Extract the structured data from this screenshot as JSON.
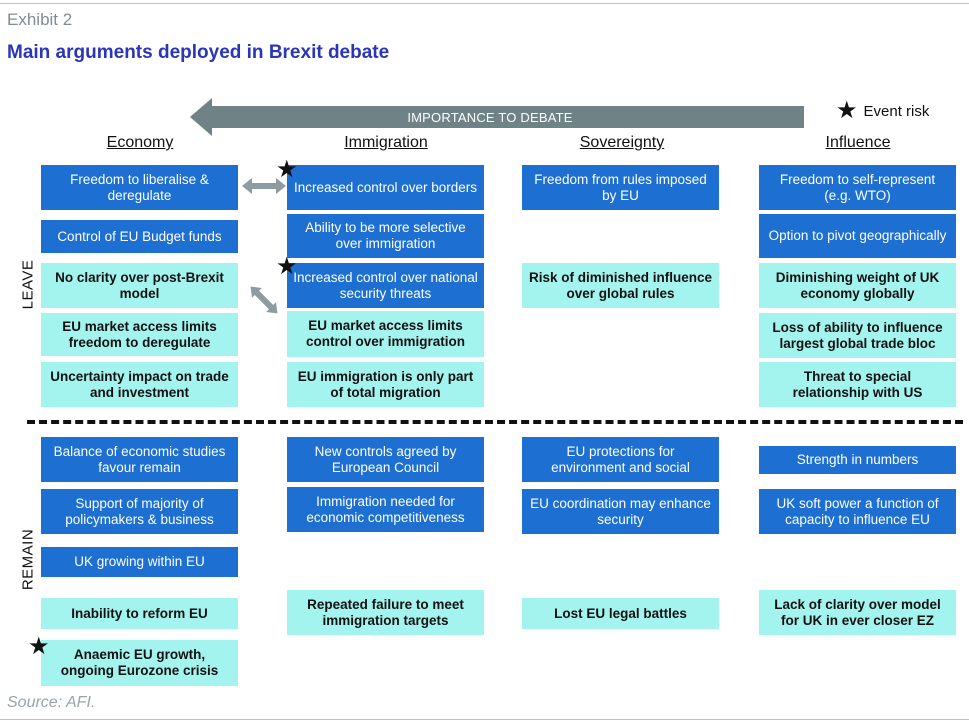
{
  "header": {
    "exhibit": "Exhibit 2",
    "title": "Main arguments deployed in Brexit debate"
  },
  "arrow": {
    "label": "IMPORTANCE TO DEBATE"
  },
  "legend": {
    "event_risk": "Event risk"
  },
  "categories": [
    "Economy",
    "Immigration",
    "Sovereignty",
    "Influence"
  ],
  "sides": {
    "leave": "LEAVE",
    "remain": "REMAIN"
  },
  "economy": {
    "leave": [
      "Freedom to liberalise & deregulate",
      "Control of EU Budget funds",
      "No clarity over post-Brexit model",
      "EU market access limits freedom to deregulate",
      "Uncertainty impact on trade and investment"
    ],
    "remain": [
      "Balance of economic studies favour remain",
      "Support of majority of policymakers & business",
      "UK growing within EU",
      "Inability to reform EU",
      "Anaemic EU growth, ongoing Eurozone crisis"
    ]
  },
  "immigration": {
    "leave": [
      "Increased control over borders",
      "Ability to be more selective over immigration",
      "Increased control over national security threats",
      "EU market access limits control over immigration",
      "EU immigration is only part of total migration"
    ],
    "remain": [
      "New controls agreed by European Council",
      "Immigration needed for economic competitiveness",
      "Repeated failure to meet immigration targets"
    ]
  },
  "sovereignty": {
    "leave": [
      "Freedom from rules imposed by EU",
      "Risk of diminished influence over global rules"
    ],
    "remain": [
      "EU protections for environment and social",
      "EU coordination may enhance security",
      "Lost EU legal battles"
    ]
  },
  "influence": {
    "leave": [
      "Freedom to self-represent (e.g. WTO)",
      "Option to pivot geographically",
      "Diminishing weight of UK economy globally",
      "Loss of ability to influence largest global trade bloc",
      "Threat to special relationship with US"
    ],
    "remain": [
      "Strength in numbers",
      "UK soft power a function of capacity to influence EU",
      "Lack of clarity over model for UK in ever closer EZ"
    ]
  },
  "colors": {
    "dark_box": "#1e6fd2",
    "light_box": "#a3f3ee",
    "arrow": "#6f8286",
    "title": "#2a35b8"
  },
  "footer": {
    "source": "Source: AFI."
  }
}
